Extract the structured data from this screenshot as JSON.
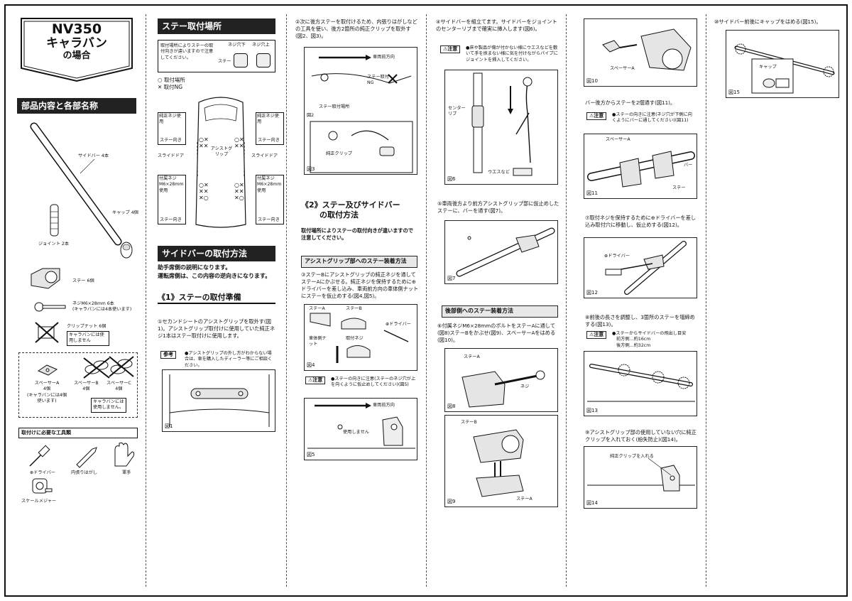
{
  "col1": {
    "title_line1": "NV350",
    "title_line2": "キャラバン",
    "title_line3": "の場合",
    "parts_header": "部品内容と各部名称",
    "sidebar_label": "サイドバー 4本",
    "joint_label": "ジョイント 2本",
    "cap_label": "キャップ 4個",
    "stay_label": "ステー 6個",
    "screw_label": "ネジM6×28mm 6本",
    "screw_note": "(キャラバンには4本使います)",
    "clipnut_label": "クリップナット 6個",
    "clipnut_note": "キャラバンには使用しません",
    "spacerA_label": "スペーサーA",
    "spacerA_qty": "4個",
    "spacerA_note": "(キャラバンには4個使います)",
    "spacerB_label": "スペーサーB",
    "spacerB_qty": "4個",
    "spacerC_label": "スペーサーC",
    "spacerC_qty": "4個",
    "spacerBC_note": "キャラバンには使用しません。",
    "tools_header": "取付けに必要な工具類",
    "tool1": "⊕ドライバー",
    "tool2": "内張りはがし",
    "tool3": "軍手",
    "tool4": "スケールメジャー"
  },
  "col2": {
    "header1": "ステー取付場所",
    "box_text": "取付場所によりステーの取付向きが違いますので注意してください。",
    "hole_down": "ネジ穴下",
    "hole_up": "ネジ穴上",
    "stay": "ステー",
    "legend_ok": "取付場所",
    "legend_ng": "取付NG",
    "genuine_screw": "純正ネジ使用",
    "stay_dir": "ステー向き",
    "assist_grip": "アシストグリップ",
    "slide_door": "スライドドア",
    "supplied_screw": "付属ネジM6×28mm使用",
    "header2": "サイドバーの取付方法",
    "intro1": "助手席側の説明になります。",
    "intro2": "運転席側は、この内容の逆向きになります。",
    "sec1": "《1》ステーの取付準備",
    "step1": "①セカンドシートのアシストグリップを取外す(図1)。アシストグリップ取付けに使用していた純正ネジ1本はステー取付けに使用します。",
    "ref_label": "参考",
    "ref_text": "●アシストグリップの外し方がわからない場合は、車を購入したディーラー等にご相談ください。",
    "fig1": "図1"
  },
  "col3": {
    "step2": "②次に後方ステーを取付けるため、内張りはがしなどの工具を使い、後方2箇所の純正クリップを取外す(図2、図3)。",
    "fig2_front": "車両前方向",
    "fig2_ng": "ステー取付NG",
    "fig2_place": "ステー取付場所",
    "fig2_clip": "純正クリップ",
    "fig2": "図2",
    "fig3": "図3",
    "sec2_line1": "《2》ステー及びサイドバー",
    "sec2_line2": "の取付方法",
    "sec2_note": "取付場所によりステーの取付向きが違いますので注意してください。",
    "sub1": "アシストグリップ部へのステー装着方法",
    "step3": "③ステーBにアシストグリップの純正ネジを通してステーAにかぶせる。純正ネジを保持するために⊕ドライバーを差し込み、車両前方向の車体側ナットにステーを仮止めする(図4,図5)。",
    "fig4_a": "ステーA",
    "fig4_b": "ステーB",
    "fig4_driver": "⊕ドライバー",
    "fig4_nut": "車体側ナット",
    "fig4_grip": "取付ネジ",
    "fig4": "図4",
    "caution": "注意",
    "caution3": "●ステーの向きに注意(ステーのネジ穴が上を向くように仮止めしてください)(図5)",
    "fig5_front": "車両前方向",
    "fig5_unused": "使用しません",
    "fig5": "図5"
  },
  "col4": {
    "step4": "④サイドバーを組立てます。サイドバーをジョイントのセンターリブまで確実に挿入します(図6)。",
    "caution": "注意",
    "caution4": "●床や製品が傷が付かない様にウエスなどを敷いて手を挟まない様に気を付けながらパイプにジョイントを挿入してください。",
    "fig6_rib": "センターリブ",
    "fig6_cloth": "ウエスなど",
    "fig6": "図6",
    "step5": "⑤車両後方より前方アシストグリップ部に仮止めしたステーに、バーを通す(図7)。",
    "fig7": "図7",
    "sub2": "後部側へのステー装着方法",
    "step6": "⑥付属ネジM6×28mmのボルトをステーAに通して(図8)ステーBをかぶせ(図9)、スペーサーAをはめる(図10)。",
    "fig8_a": "ステーA",
    "fig8_screw": "ネジ",
    "fig8": "図8",
    "fig9_b": "ステーB",
    "fig9_a": "ステーA",
    "fig9": "図9"
  },
  "col5": {
    "fig10_spacer": "スペーサーA",
    "fig10": "図10",
    "step_b": "バー後方からステーを2個通す(図11)。",
    "caution": "注意",
    "caution_b": "●ステーの向きに注意(ネジ穴が下側に向くようにバーに通してください)(図11)",
    "fig11_a": "スペーサーA",
    "fig11_bar": "バー",
    "fig11_stay": "ステー",
    "fig11": "図11",
    "step7": "⑦取付ネジを保持するために⊕ドライバーを差し込み取付穴に移動し、仮止めする(図12)。",
    "fig12_driver": "⊕ドライバー",
    "fig12": "図12",
    "step8": "⑧前後の長さを調整し、3箇所のステーを増締めする(図13)。",
    "caution8": "●ステーからサイドバーの飛出し目安",
    "caution8_front": "前方側…約16cm",
    "caution8_rear": "後方側…約32cm",
    "fig13": "図13",
    "step9": "⑨アシストグリップ部の使用していない穴に純正クリップを入れておく(紛失防止)(図14)。",
    "fig14_clip": "純正クリップを入れる",
    "fig14": "図14"
  },
  "col6": {
    "step10": "⑩サイドバー前後にキャップをはめる(図15)。",
    "fig15_cap": "キャップ",
    "fig15": "図15"
  }
}
